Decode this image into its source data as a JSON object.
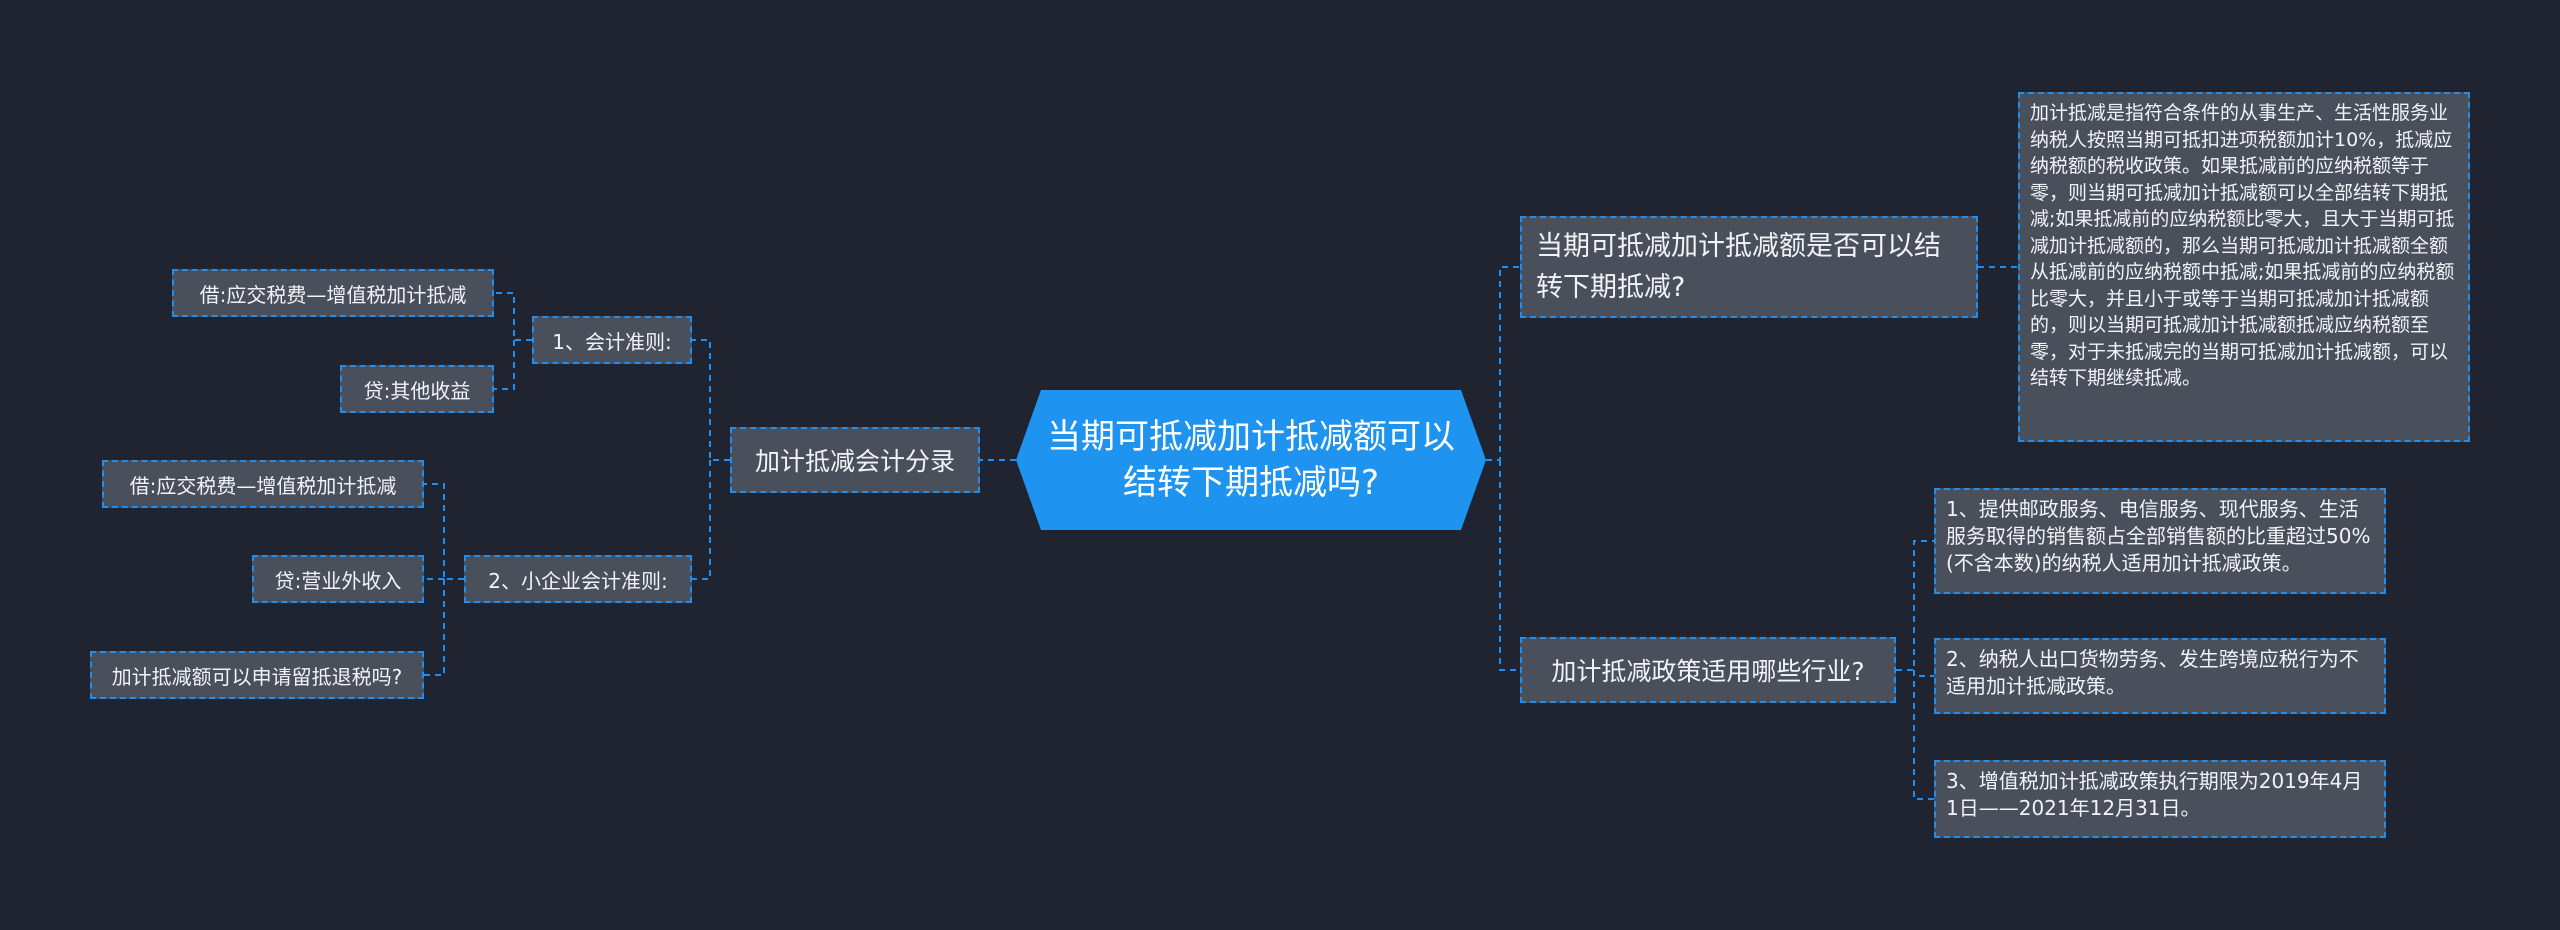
{
  "root": {
    "title": "当期可抵减加计抵减额可以结转下期抵减吗?"
  },
  "left": {
    "branch": "加计抵减会计分录",
    "standard1": {
      "label": "1、会计准则:",
      "debit": "借:应交税费—增值税加计抵减",
      "credit": "贷:其他收益"
    },
    "standard2": {
      "label": "2、小企业会计准则:",
      "debit": "借:应交税费—增值税加计抵减",
      "credit": "贷:营业外收入",
      "extra": "加计抵减额可以申请留抵退税吗?"
    }
  },
  "right": {
    "q1": {
      "label": "当期可抵减加计抵减额是否可以结转下期抵减?",
      "answer": "加计抵减是指符合条件的从事生产、生活性服务业纳税人按照当期可抵扣进项税额加计10%，抵减应纳税额的税收政策。如果抵减前的应纳税额等于零，则当期可抵减加计抵减额可以全部结转下期抵减;如果抵减前的应纳税额比零大，且大于当期可抵减加计抵减额的，那么当期可抵减加计抵减额全额从抵减前的应纳税额中抵减;如果抵减前的应纳税额比零大，并且小于或等于当期可抵减加计抵减额的，则以当期可抵减加计抵减额抵减应纳税额至零，对于未抵减完的当期可抵减加计抵减额，可以结转下期继续抵减。"
    },
    "q2": {
      "label": "加计抵减政策适用哪些行业?",
      "items": [
        "1、提供邮政服务、电信服务、现代服务、生活服务取得的销售额占全部销售额的比重超过50%(不含本数)的纳税人适用加计抵减政策。",
        "2、纳税人出口货物劳务、发生跨境应税行为不适用加计抵减政策。",
        "3、增值税加计抵减政策执行期限为2019年4月1日——2021年12月31日。"
      ]
    }
  },
  "colors": {
    "background": "#1f2430",
    "node": "#4a4f5c",
    "accent": "#1e94f0",
    "connector": "#1e8ff0"
  }
}
